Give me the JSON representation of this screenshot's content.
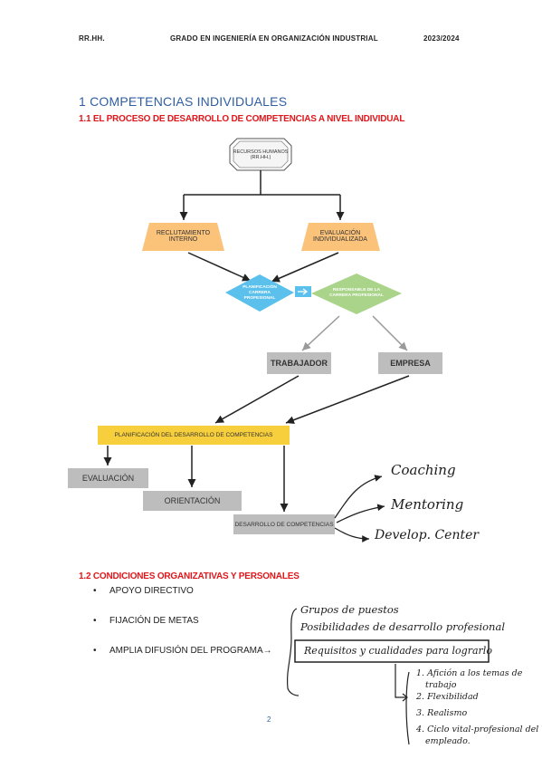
{
  "header": {
    "left": "RR.HH.",
    "center": "GRADO EN INGENIERÍA EN ORGANIZACIÓN INDUSTRIAL",
    "right": "2023/2024"
  },
  "section1": {
    "title": "1 COMPETENCIAS INDIVIDUALES",
    "subtitle": "1.1 EL PROCESO DE DESARROLLO DE COMPETENCIAS A NIVEL INDIVIDUAL"
  },
  "diagram": {
    "root": "RECURSOS HUMANOS (RR.HH.)",
    "reclutamiento": "RECLUTAMIENTO INTERNO",
    "evaluacion_ind": "EVALUACIÓN INDIVIDUALIZADA",
    "planificacion_carrera": "PLANIFICACIÓN CARRERA PROFESIONAL",
    "responsable": "RESPONSABLE DE LA CARRERA PROFESIONAL",
    "trabajador": "TRABAJADOR",
    "empresa": "EMPRESA",
    "planificacion_desarrollo": "PLANIFICACIÓN DEL DESARROLLO DE COMPETENCIAS",
    "evaluacion": "EVALUACIÓN",
    "orientacion": "ORIENTACIÓN",
    "desarrollo": "DESARROLLO DE COMPETENCIAS",
    "colors": {
      "orange": "#fbc27a",
      "blue_diamond": "#5bc0eb",
      "green_diamond": "#a9d48a",
      "gray_box": "#bdbdbd",
      "yellow_bar": "#f7cf3c"
    }
  },
  "handwritten_branches": [
    "Coaching",
    "Mentoring",
    "Develop. Center"
  ],
  "section2": {
    "title": "1.2 CONDICIONES ORGANIZATIVAS Y PERSONALES",
    "bullets": [
      "APOYO DIRECTIVO",
      "FIJACIÓN DE METAS",
      "AMPLIA DIFUSIÓN DEL PROGRAMA→"
    ]
  },
  "handwritten_notes": {
    "line1": "Grupos de puestos",
    "line2": "Posibilidades de desarrollo profesional",
    "boxed": "Requisitos y cualidades para lograrlo",
    "list": [
      "1. Afición a los temas de",
      "trabajo",
      "2. Flexibilidad",
      "3. Realismo",
      "4. Ciclo vital-profesional del",
      "empleado."
    ]
  },
  "page_number": "2"
}
